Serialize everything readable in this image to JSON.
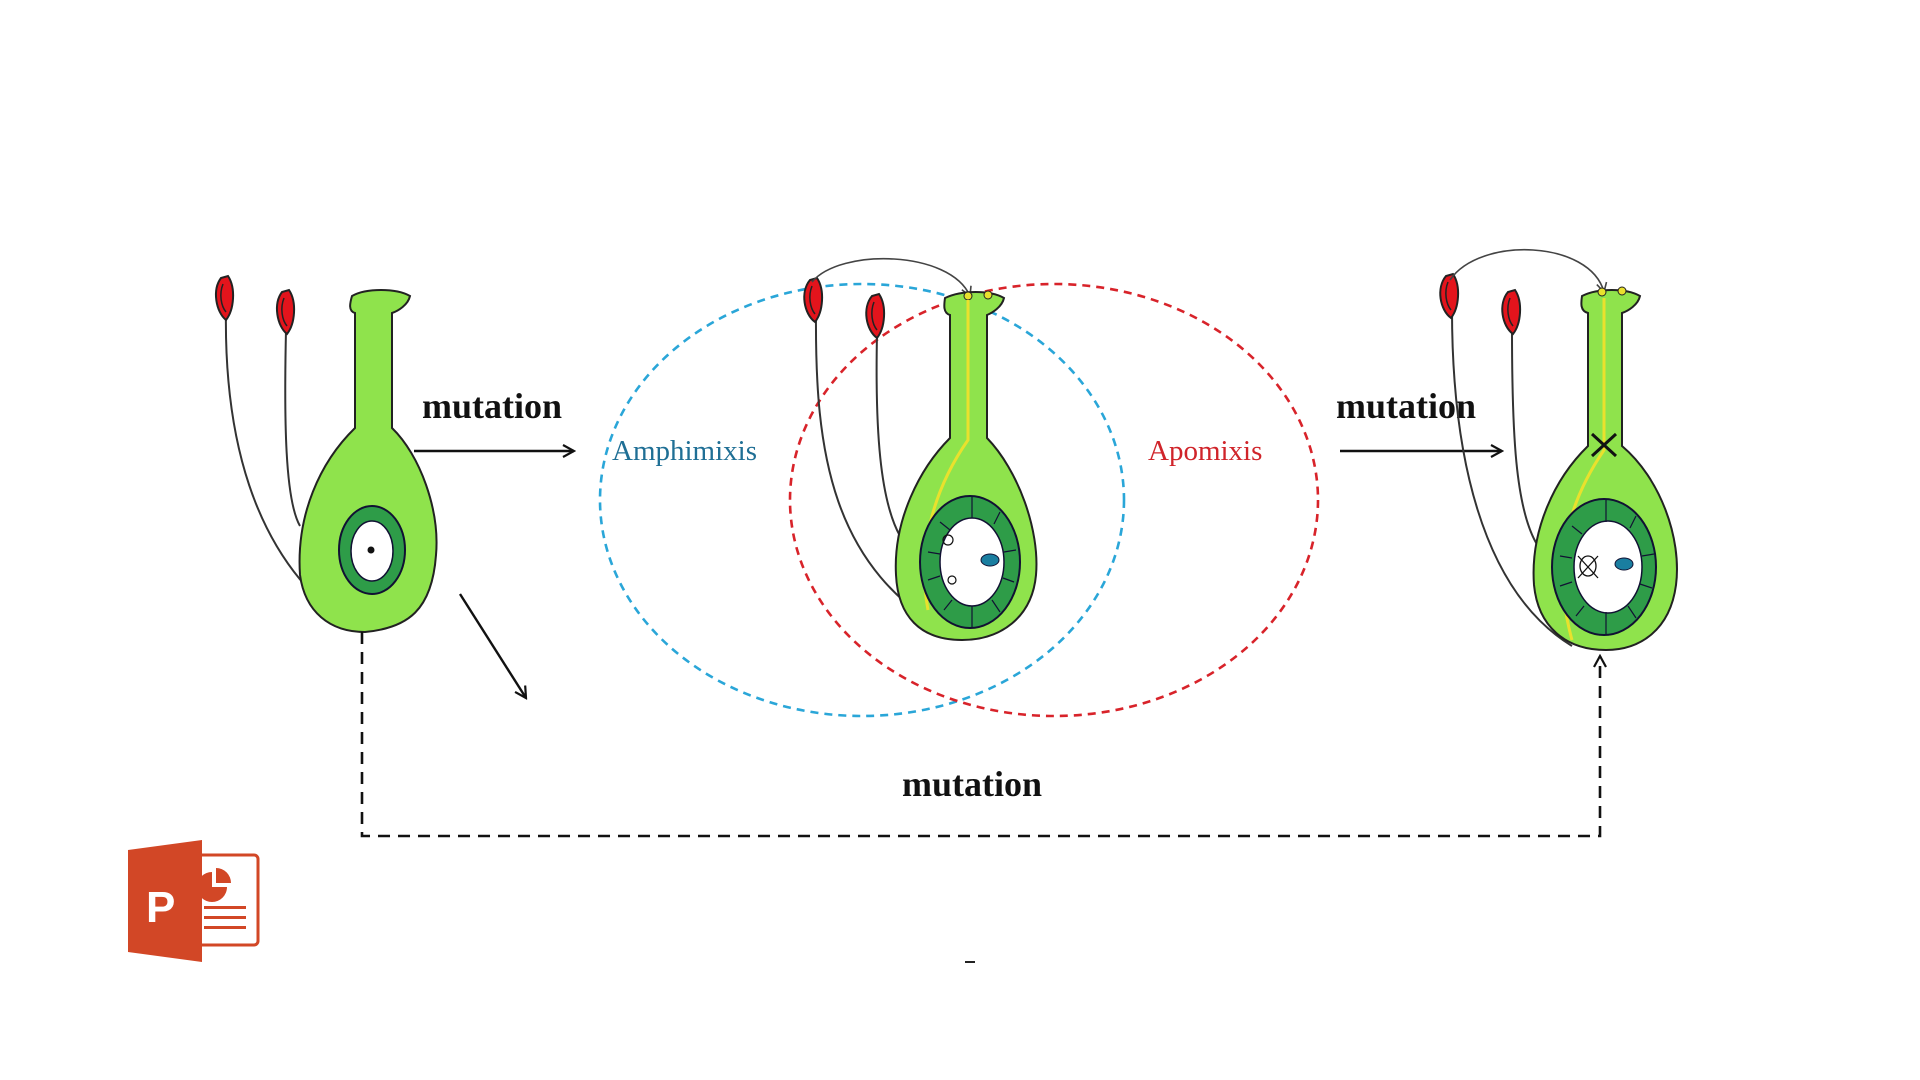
{
  "labels": {
    "mutation_left": "mutation",
    "mutation_right": "mutation",
    "mutation_bottom": "mutation",
    "amphimixis": "Amphimixis",
    "apomixis": "Apomixis"
  },
  "colors": {
    "pistil_green": "#8fe34c",
    "ovule_dark_green": "#2e9c48",
    "anther_red": "#e3141c",
    "pollen_tube_yellow": "#e9e12d",
    "amphimixis_circle": "#2aa6d8",
    "apomixis_circle": "#d8232a",
    "arrow": "#111111",
    "ppt_icon": "#d24726"
  },
  "icons": {
    "app_icon": "powerpoint-icon",
    "block_mark": "cross-mark-icon"
  }
}
